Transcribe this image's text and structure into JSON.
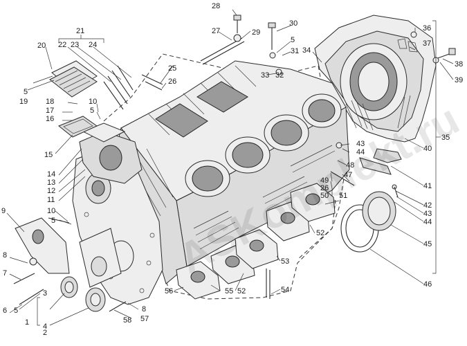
{
  "watermark": "ASKomplekt.ru",
  "callouts": [
    {
      "id": "c1",
      "text": "1"
    },
    {
      "id": "c2",
      "text": "2"
    },
    {
      "id": "c3",
      "text": "3"
    },
    {
      "id": "c4",
      "text": "4"
    },
    {
      "id": "c5a",
      "text": "5"
    },
    {
      "id": "c6",
      "text": "6"
    },
    {
      "id": "c7",
      "text": "7"
    },
    {
      "id": "c8a",
      "text": "8"
    },
    {
      "id": "c9",
      "text": "9"
    },
    {
      "id": "c10a",
      "text": "10"
    },
    {
      "id": "c5b",
      "text": "5"
    },
    {
      "id": "c11",
      "text": "11"
    },
    {
      "id": "c12",
      "text": "12"
    },
    {
      "id": "c13",
      "text": "13"
    },
    {
      "id": "c14",
      "text": "14"
    },
    {
      "id": "c15",
      "text": "15"
    },
    {
      "id": "c16",
      "text": "16"
    },
    {
      "id": "c17",
      "text": "17"
    },
    {
      "id": "c18",
      "text": "18"
    },
    {
      "id": "c10b",
      "text": "10"
    },
    {
      "id": "c5c",
      "text": "5"
    },
    {
      "id": "c19",
      "text": "19"
    },
    {
      "id": "c5d",
      "text": "5"
    },
    {
      "id": "c20",
      "text": "20"
    },
    {
      "id": "c21",
      "text": "21"
    },
    {
      "id": "c22",
      "text": "22"
    },
    {
      "id": "c23",
      "text": "23"
    },
    {
      "id": "c24",
      "text": "24"
    },
    {
      "id": "c25",
      "text": "25"
    },
    {
      "id": "c26a",
      "text": "26"
    },
    {
      "id": "c27",
      "text": "27"
    },
    {
      "id": "c28",
      "text": "28"
    },
    {
      "id": "c29",
      "text": "29"
    },
    {
      "id": "c30",
      "text": "30"
    },
    {
      "id": "c5e",
      "text": "5"
    },
    {
      "id": "c31",
      "text": "31"
    },
    {
      "id": "c32",
      "text": "32"
    },
    {
      "id": "c33",
      "text": "33"
    },
    {
      "id": "c34",
      "text": "34"
    },
    {
      "id": "c36",
      "text": "36"
    },
    {
      "id": "c37",
      "text": "37"
    },
    {
      "id": "c38",
      "text": "38"
    },
    {
      "id": "c39",
      "text": "39"
    },
    {
      "id": "c35",
      "text": "35"
    },
    {
      "id": "c40",
      "text": "40"
    },
    {
      "id": "c41",
      "text": "41"
    },
    {
      "id": "c42",
      "text": "42"
    },
    {
      "id": "c43a",
      "text": "43"
    },
    {
      "id": "c44a",
      "text": "44"
    },
    {
      "id": "c43b",
      "text": "43"
    },
    {
      "id": "c44b",
      "text": "44"
    },
    {
      "id": "c48",
      "text": "48"
    },
    {
      "id": "c47",
      "text": "47"
    },
    {
      "id": "c49",
      "text": "49"
    },
    {
      "id": "c26b",
      "text": "26"
    },
    {
      "id": "c50",
      "text": "50"
    },
    {
      "id": "c51",
      "text": "51"
    },
    {
      "id": "c52a",
      "text": "52"
    },
    {
      "id": "c45",
      "text": "45"
    },
    {
      "id": "c46",
      "text": "46"
    },
    {
      "id": "c53",
      "text": "53"
    },
    {
      "id": "c54",
      "text": "54"
    },
    {
      "id": "c55",
      "text": "55"
    },
    {
      "id": "c52b",
      "text": "52"
    },
    {
      "id": "c56",
      "text": "56"
    },
    {
      "id": "c57",
      "text": "57"
    },
    {
      "id": "c58",
      "text": "58"
    },
    {
      "id": "c8b",
      "text": "8"
    }
  ]
}
